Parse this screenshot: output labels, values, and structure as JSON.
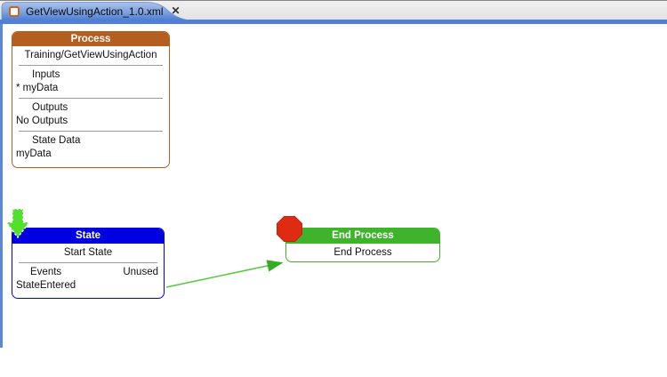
{
  "window": {
    "tab": {
      "icon": "process-file-icon",
      "title": "GetViewUsingAction_1.0.xml",
      "close_glyph": "✕"
    }
  },
  "diagram": {
    "process_node": {
      "title": "Process",
      "name": "Training/GetViewUsingAction",
      "inputs_label": "Inputs",
      "inputs_value": "* myData",
      "outputs_label": "Outputs",
      "outputs_value": "No Outputs",
      "state_data_label": "State Data",
      "state_data_value": "myData"
    },
    "state_node": {
      "title": "State",
      "name": "Start State",
      "events_label": "Events",
      "events_status": "Unused",
      "event_name": "StateEntered",
      "marker_icon": "green-down-arrow-icon"
    },
    "end_node": {
      "title": "End Process",
      "name": "End Process",
      "marker_icon": "red-stop-octagon-icon"
    },
    "connector": {
      "from": "State",
      "to": "End Process"
    }
  },
  "colors": {
    "process-accent": "#b45f1f",
    "state-accent": "#0000e0",
    "end-accent": "#3fb32c",
    "connector-green": "#56c93f",
    "arrowhead-green": "#35ac28",
    "start-icon-green": "#52e02c",
    "stop-icon-red": "#e02b13",
    "tab-underline-blue": "#4f80d6",
    "canvas-edge-blue": "#5b87d8",
    "divider-gray": "#9a9a9a",
    "text-dark": "#111111"
  }
}
